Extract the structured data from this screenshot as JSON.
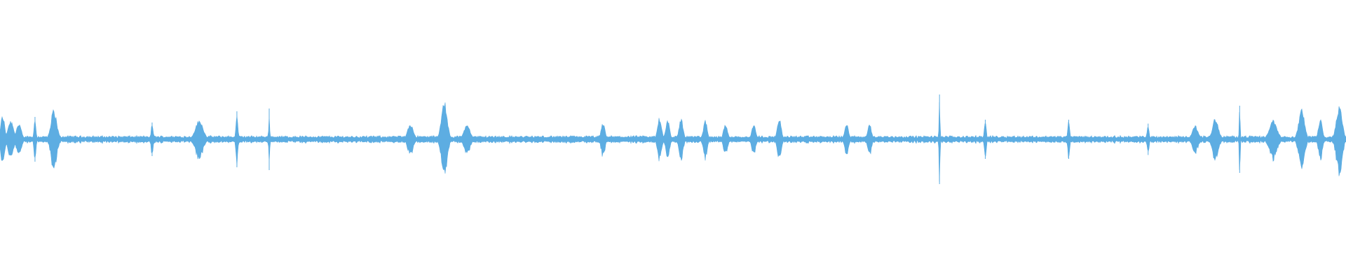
{
  "waveform": {
    "color": "#5dade2",
    "background": "#ffffff",
    "baseline_amplitude": 0.05,
    "peaks": [
      {
        "t": 0.002,
        "amp": 0.45,
        "width": 0.002
      },
      {
        "t": 0.008,
        "amp": 0.35,
        "width": 0.003
      },
      {
        "t": 0.014,
        "amp": 0.3,
        "width": 0.0025
      },
      {
        "t": 0.026,
        "amp": 0.4,
        "width": 0.001
      },
      {
        "t": 0.04,
        "amp": 0.55,
        "width": 0.003
      },
      {
        "t": 0.113,
        "amp": 0.3,
        "width": 0.001
      },
      {
        "t": 0.148,
        "amp": 0.35,
        "width": 0.004
      },
      {
        "t": 0.176,
        "amp": 0.5,
        "width": 0.001
      },
      {
        "t": 0.2,
        "amp": 0.55,
        "width": 0.0005
      },
      {
        "t": 0.305,
        "amp": 0.28,
        "width": 0.003
      },
      {
        "t": 0.33,
        "amp": 0.7,
        "width": 0.003
      },
      {
        "t": 0.347,
        "amp": 0.3,
        "width": 0.003
      },
      {
        "t": 0.448,
        "amp": 0.3,
        "width": 0.002
      },
      {
        "t": 0.49,
        "amp": 0.42,
        "width": 0.002
      },
      {
        "t": 0.496,
        "amp": 0.38,
        "width": 0.002
      },
      {
        "t": 0.506,
        "amp": 0.4,
        "width": 0.002
      },
      {
        "t": 0.524,
        "amp": 0.35,
        "width": 0.002
      },
      {
        "t": 0.539,
        "amp": 0.3,
        "width": 0.002
      },
      {
        "t": 0.56,
        "amp": 0.28,
        "width": 0.002
      },
      {
        "t": 0.579,
        "amp": 0.4,
        "width": 0.002
      },
      {
        "t": 0.629,
        "amp": 0.28,
        "width": 0.002
      },
      {
        "t": 0.646,
        "amp": 0.28,
        "width": 0.002
      },
      {
        "t": 0.698,
        "amp": 0.8,
        "width": 0.0005
      },
      {
        "t": 0.732,
        "amp": 0.35,
        "width": 0.001
      },
      {
        "t": 0.794,
        "amp": 0.35,
        "width": 0.001
      },
      {
        "t": 0.853,
        "amp": 0.28,
        "width": 0.001
      },
      {
        "t": 0.888,
        "amp": 0.25,
        "width": 0.003
      },
      {
        "t": 0.903,
        "amp": 0.4,
        "width": 0.003
      },
      {
        "t": 0.921,
        "amp": 0.6,
        "width": 0.0005
      },
      {
        "t": 0.946,
        "amp": 0.35,
        "width": 0.004
      },
      {
        "t": 0.967,
        "amp": 0.55,
        "width": 0.003
      },
      {
        "t": 0.981,
        "amp": 0.4,
        "width": 0.002
      },
      {
        "t": 0.995,
        "amp": 0.6,
        "width": 0.003
      }
    ]
  }
}
